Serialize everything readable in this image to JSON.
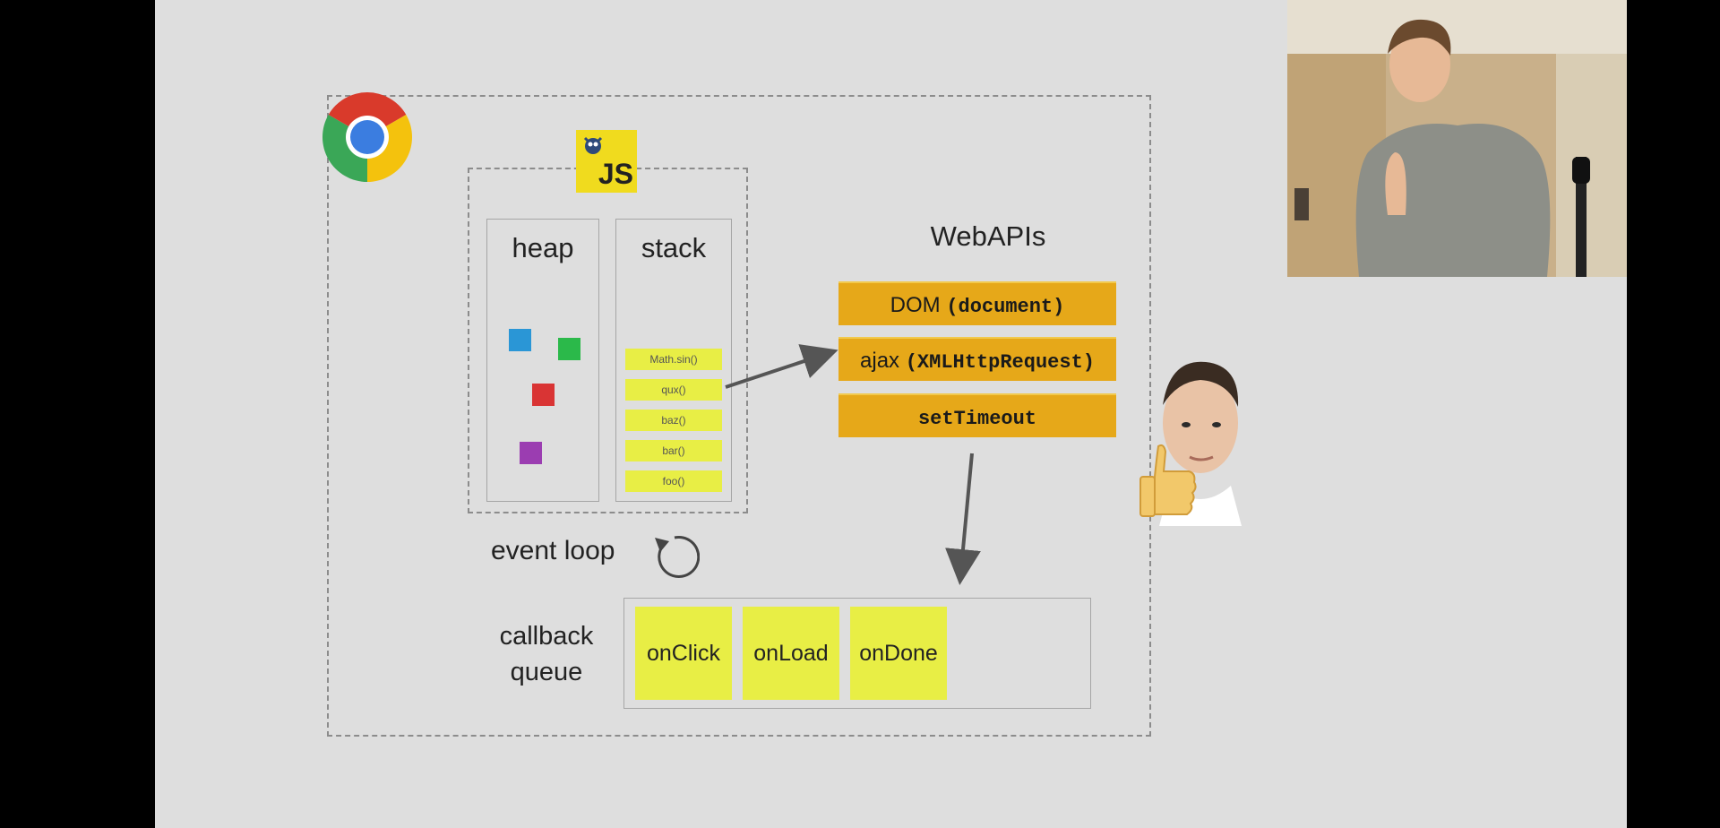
{
  "diagram": {
    "heap_label": "heap",
    "stack_label": "stack",
    "stack_frames": [
      "Math.sin()",
      "qux()",
      "baz()",
      "bar()",
      "foo()"
    ],
    "webapis_label": "WebAPIs",
    "webapis": [
      {
        "prefix": "DOM ",
        "code": "(document)"
      },
      {
        "prefix": "ajax ",
        "code": "(XMLHttpRequest)"
      },
      {
        "prefix": "",
        "code": "setTimeout"
      }
    ],
    "event_loop_label": "event loop",
    "callback_queue_label_line1": "callback",
    "callback_queue_label_line2": "queue",
    "callback_queue": [
      "onClick",
      "onLoad",
      "onDone"
    ],
    "js_logo_text": "JS"
  },
  "colors": {
    "slide_bg": "#dedede",
    "stack_frame": "#e8ee45",
    "webapi": "#e6a819",
    "heap_blue": "#2a96d6",
    "heap_green": "#2bb94a",
    "heap_red": "#d93434",
    "heap_purple": "#9b3db1"
  }
}
